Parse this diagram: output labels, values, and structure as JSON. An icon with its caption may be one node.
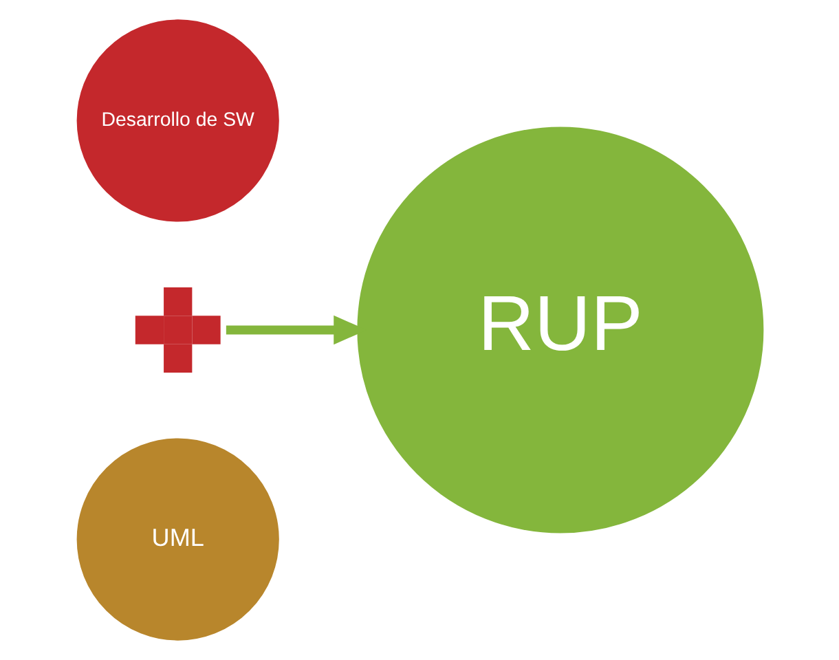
{
  "diagram": {
    "nodes": [
      {
        "text": [
          "Desarrollo de SW"
        ]
      },
      {
        "text": [],
        "shape": "plus"
      },
      {
        "text": [
          "UML"
        ]
      },
      {
        "text": [
          "RUP"
        ]
      }
    ],
    "edges": [
      {
        "from": 1,
        "to": 3,
        "arrow": "to"
      }
    ]
  }
}
